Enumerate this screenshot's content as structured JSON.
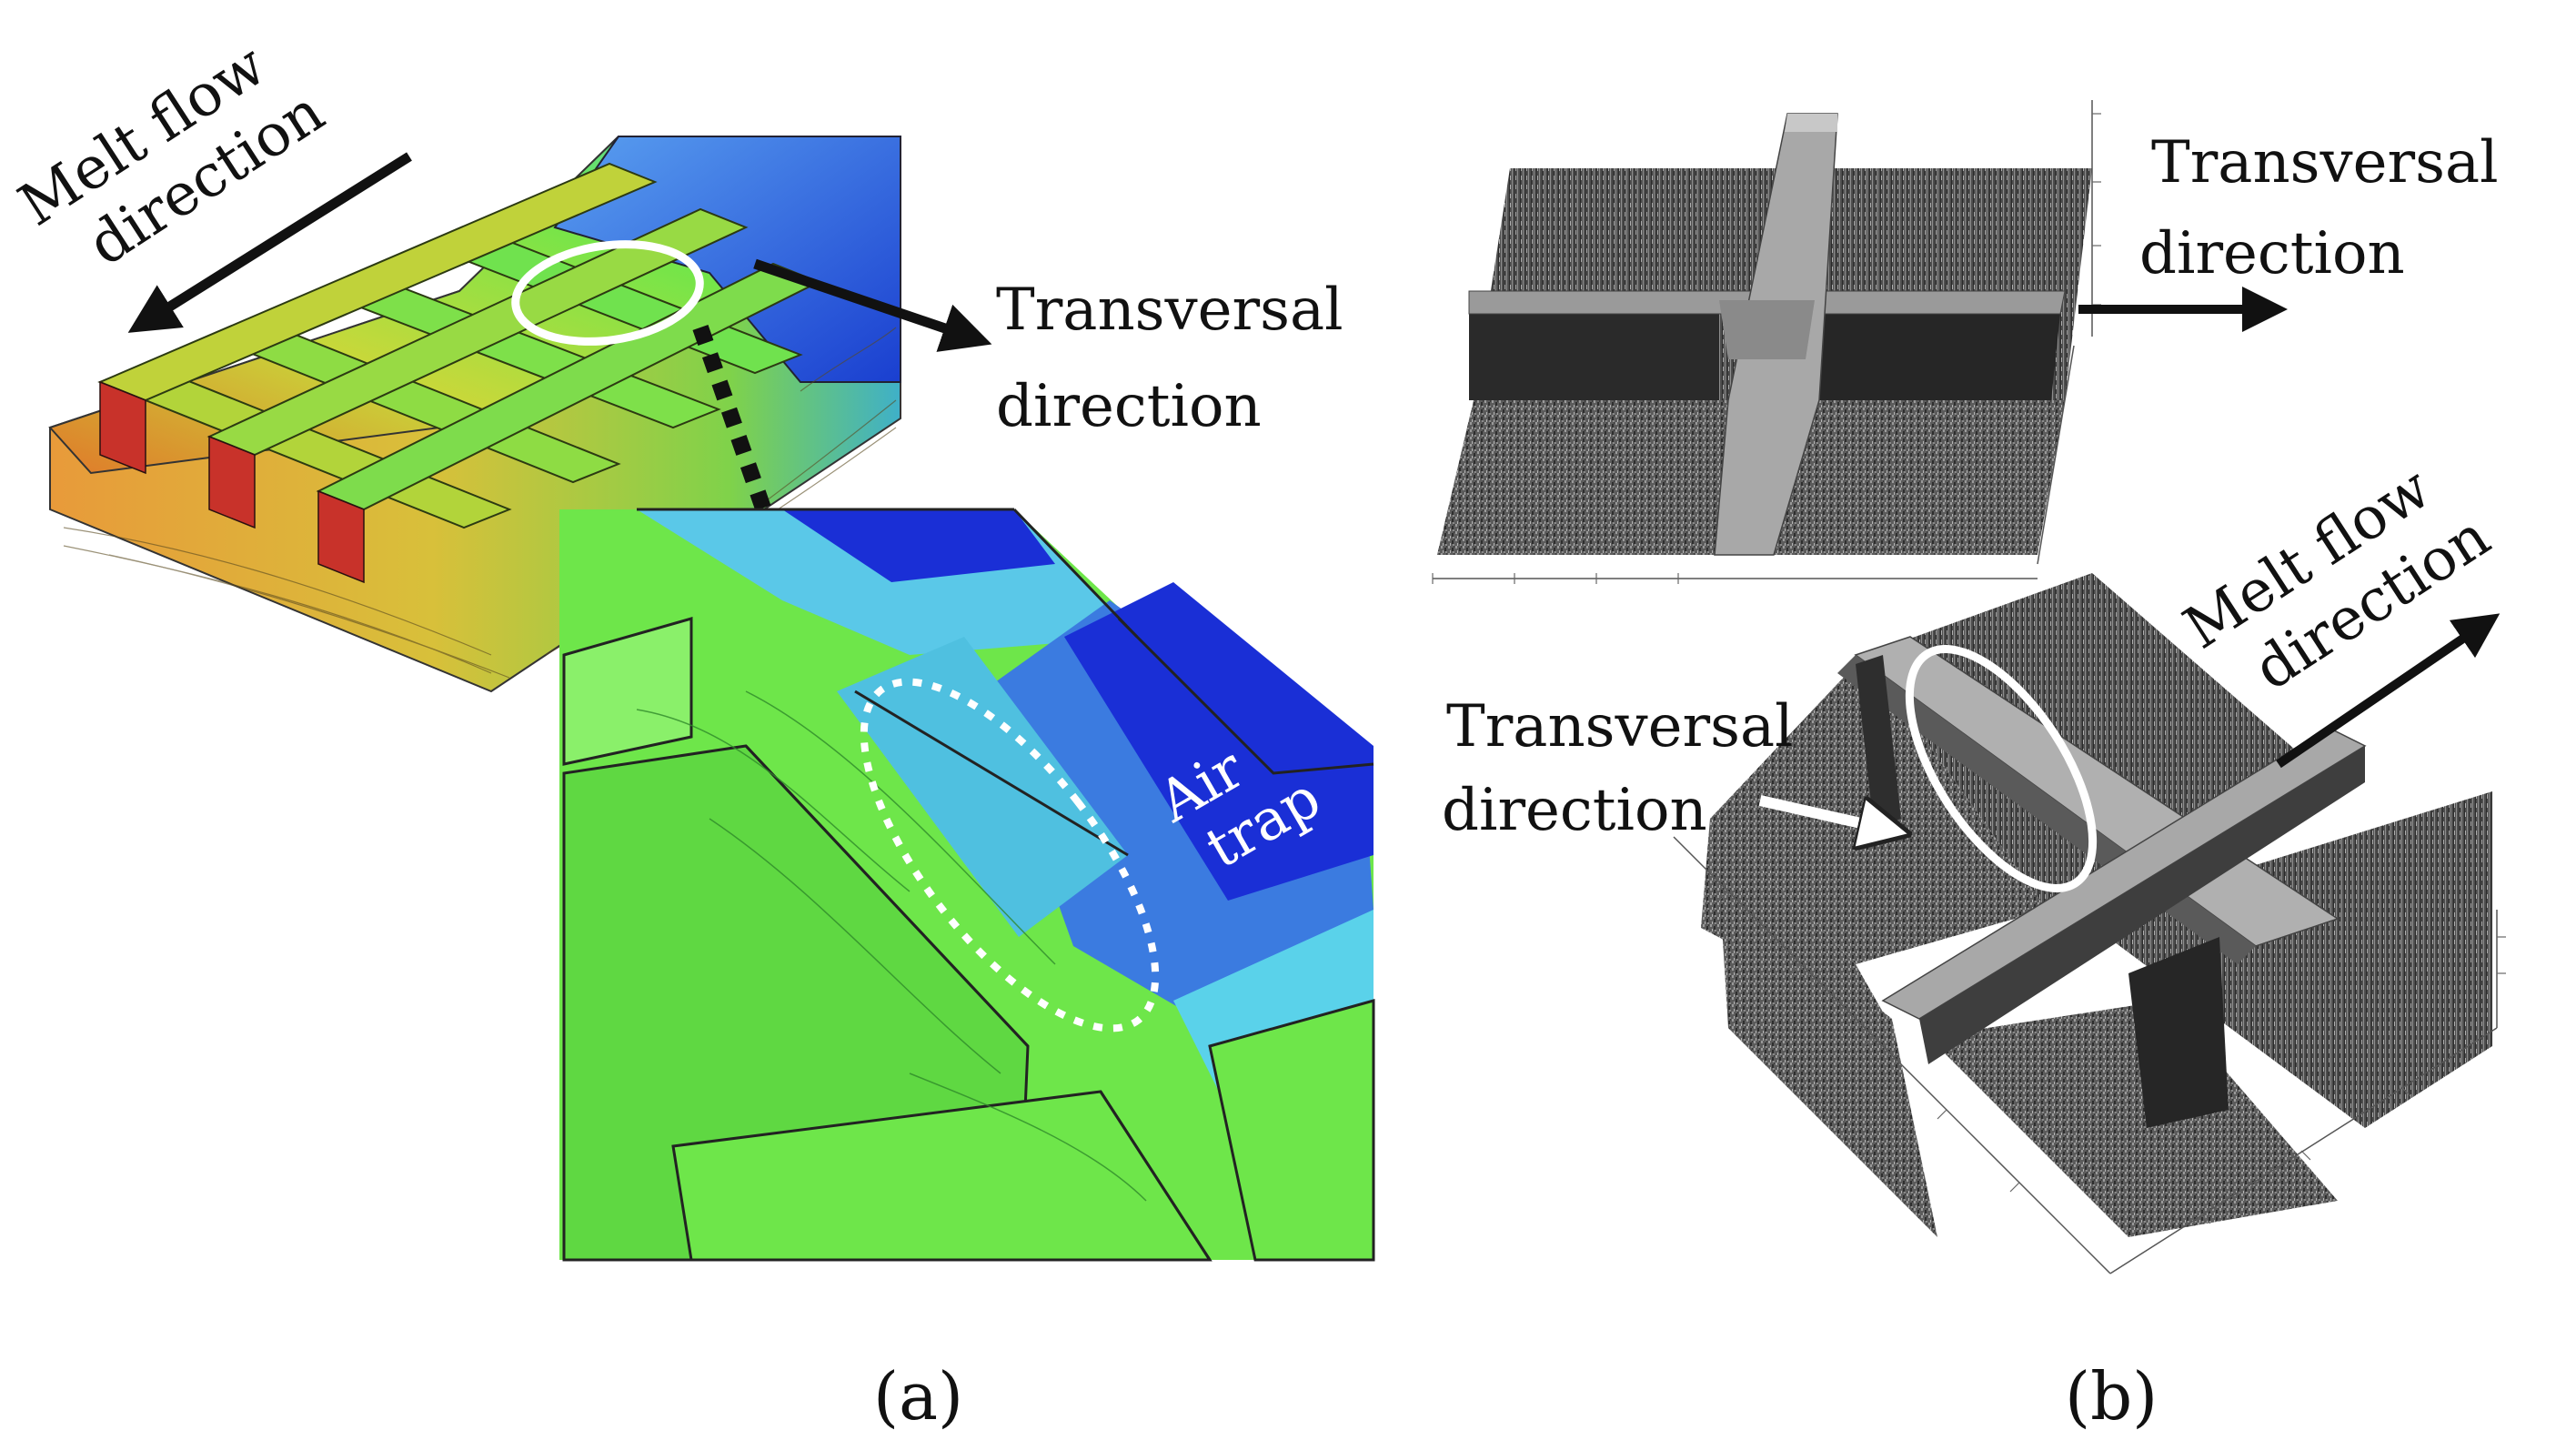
{
  "panel_a": {
    "melt_flow_line1": "Melt flow",
    "melt_flow_line2": "direction",
    "transversal_line1": "Transversal",
    "transversal_line2": "direction",
    "air_trap_line1": "Air",
    "air_trap_line2": "trap",
    "caption": "(a)"
  },
  "panel_b": {
    "transversal_top_line1": "Transversal",
    "transversal_top_line2": "direction",
    "melt_flow_line1": "Melt flow",
    "melt_flow_line2": "direction",
    "transversal_bottom_line1": "Transversal",
    "transversal_bottom_line2": "direction",
    "caption": "(b)"
  },
  "colors": {
    "sim_blue_dark": "#1a2fd6",
    "sim_blue": "#3b7be0",
    "sim_cyan": "#6fe0e0",
    "sim_green": "#6ee64a",
    "sim_yellow": "#c8d83a",
    "sim_orange": "#e08a2a",
    "sim_red": "#c8322a",
    "scan_gray": "#6a6a6a"
  }
}
